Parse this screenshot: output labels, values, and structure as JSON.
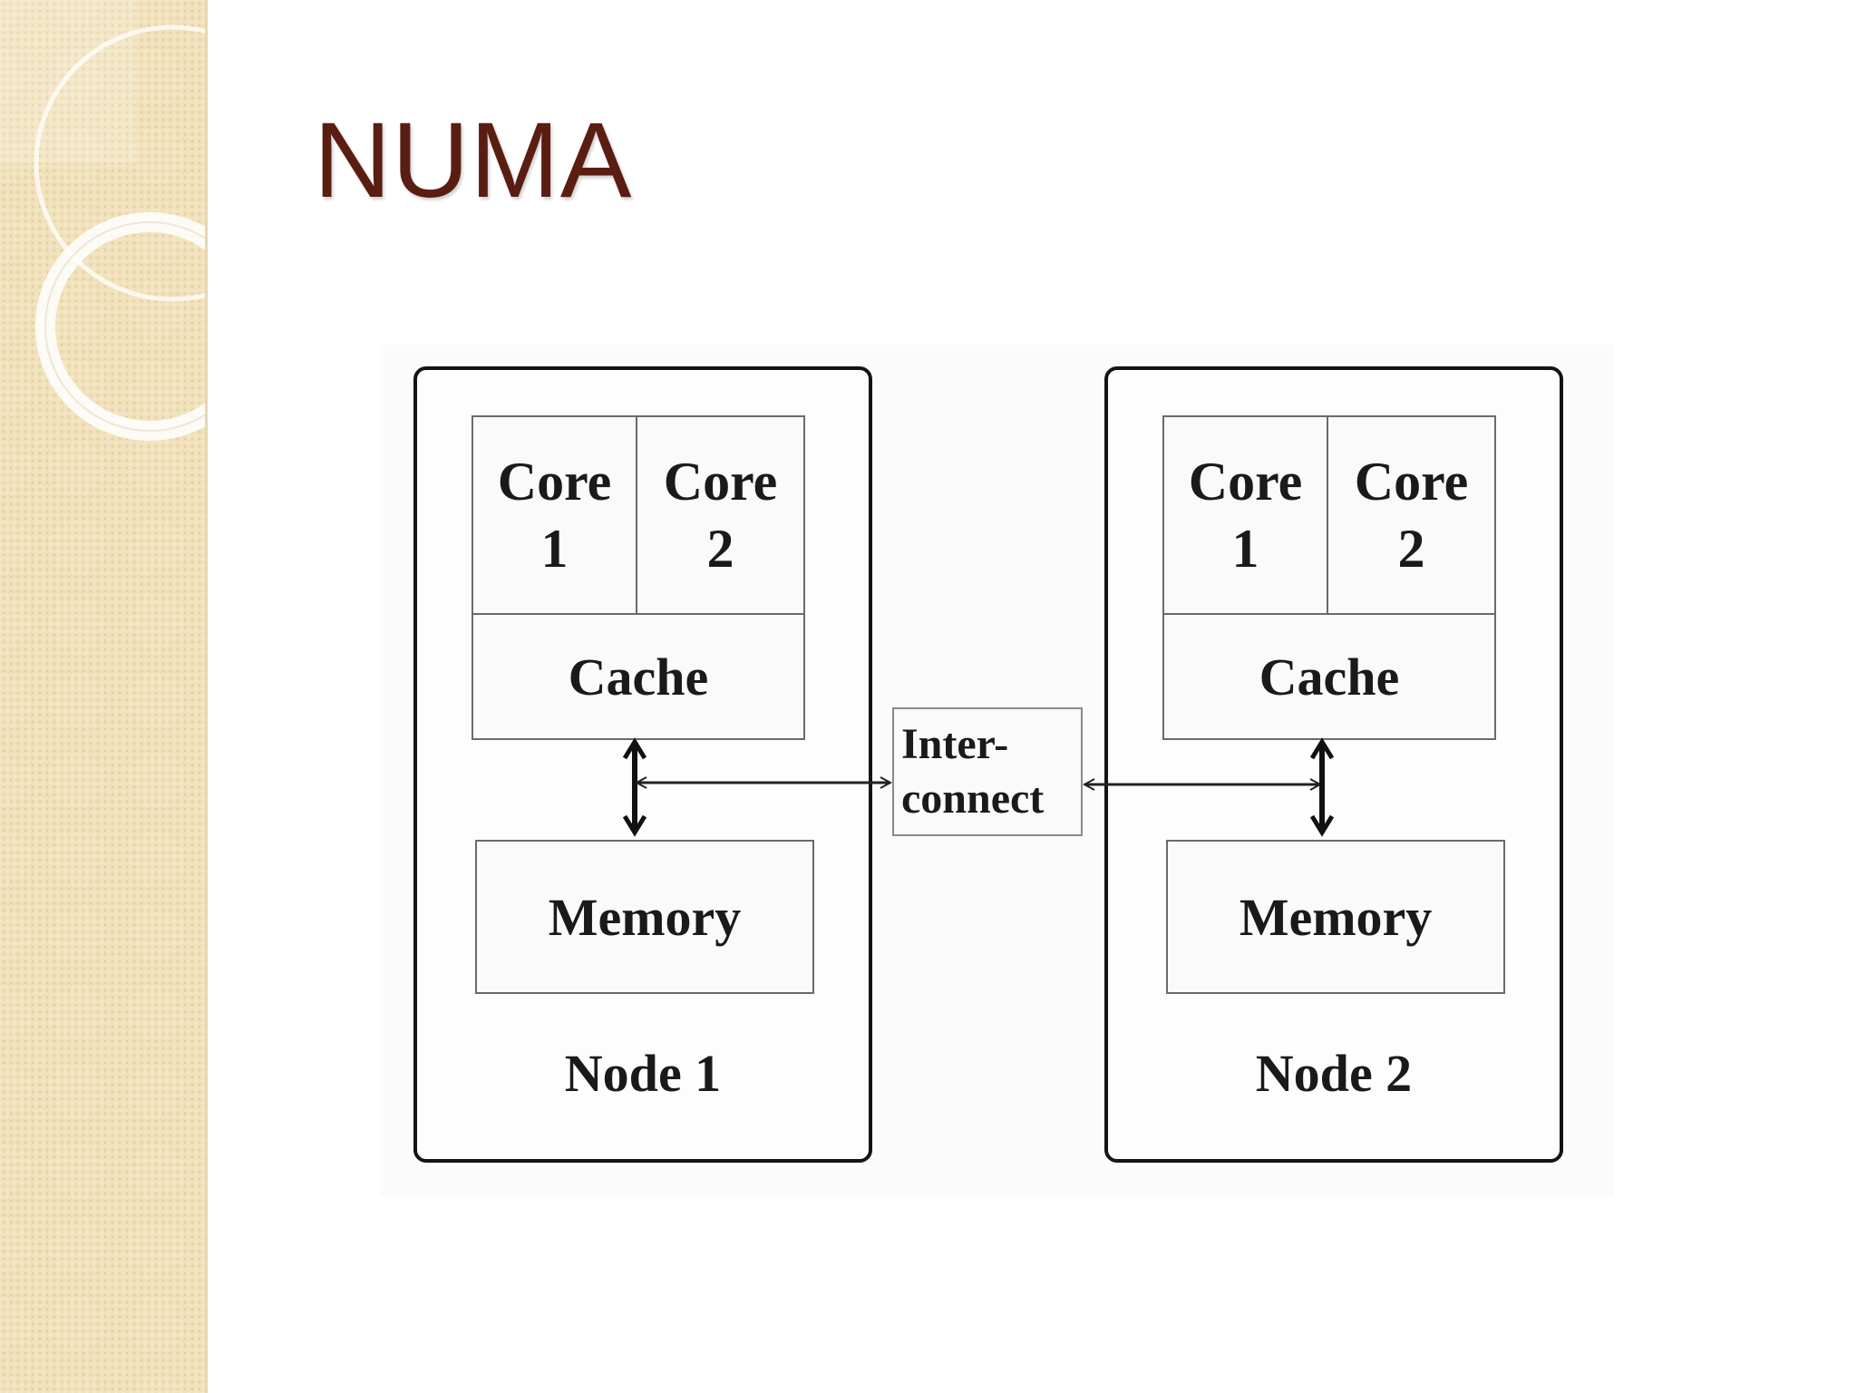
{
  "slide": {
    "title": "NUMA",
    "title_color": "#5a1d12",
    "side_band_color": "#f1e2bc"
  },
  "diagram": {
    "nodes": [
      {
        "label": "Node 1",
        "cores": [
          {
            "line1": "Core",
            "line2": "1"
          },
          {
            "line1": "Core",
            "line2": "2"
          }
        ],
        "cache": "Cache",
        "memory": "Memory"
      },
      {
        "label": "Node 2",
        "cores": [
          {
            "line1": "Core",
            "line2": "1"
          },
          {
            "line1": "Core",
            "line2": "2"
          }
        ],
        "cache": "Cache",
        "memory": "Memory"
      }
    ],
    "interconnect": {
      "line1": "Inter-",
      "line2": "connect"
    }
  }
}
